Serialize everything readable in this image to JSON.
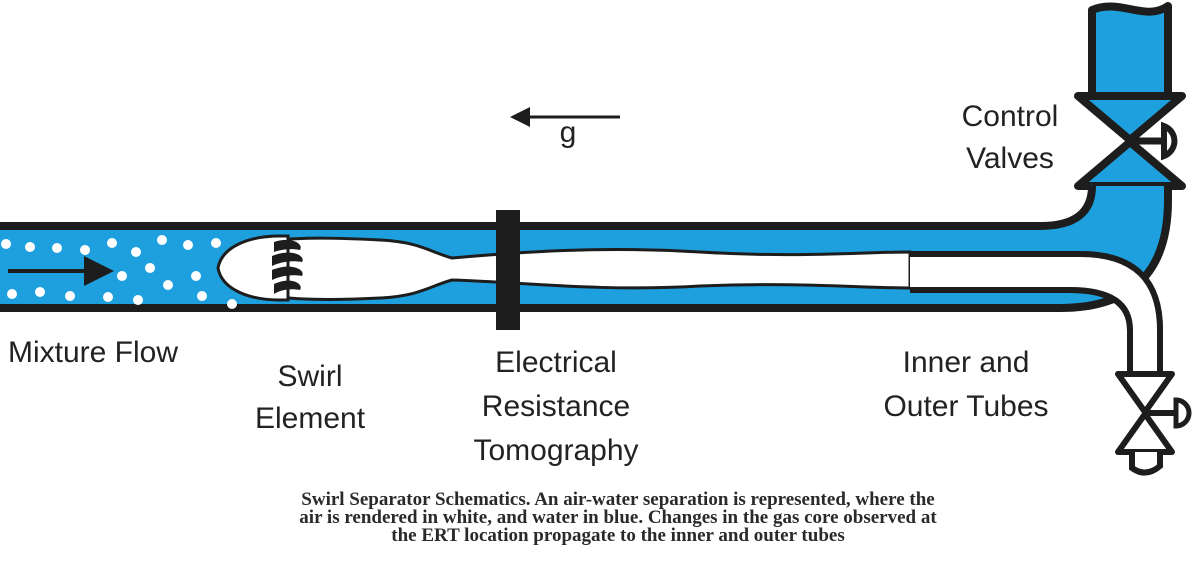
{
  "diagram": {
    "labels": {
      "gravity": "g",
      "control_valves_line1": "Control",
      "control_valves_line2": "Valves",
      "mixture_flow": "Mixture Flow",
      "swirl_line1": "Swirl",
      "swirl_line2": "Element",
      "ert_line1": "Electrical",
      "ert_line2": "Resistance",
      "ert_line3": "Tomography",
      "tubes_line1": "Inner and",
      "tubes_line2": "Outer Tubes"
    },
    "caption": {
      "line1": "Swirl Separator Schematics. An air-water separation is represented, where the",
      "line2": "air is rendered in white, and water in blue. Changes in the gas core observed at",
      "line3": "the ERT location propagate to the inner and outer tubes"
    },
    "colors": {
      "water": "#1fa0de",
      "outline": "#1d1d1d",
      "air": "#ffffff"
    }
  }
}
